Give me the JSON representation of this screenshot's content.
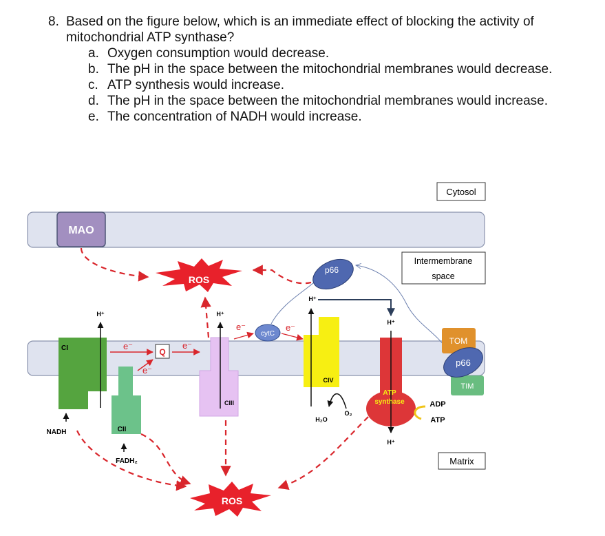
{
  "question": {
    "number": "8.",
    "stem": "Based on the figure below, which is an immediate effect of blocking the activity of mitochondrial ATP synthase?",
    "options": [
      {
        "letter": "a.",
        "text": "Oxygen consumption would decrease."
      },
      {
        "letter": "b.",
        "text": "The pH in the space between the mitochondrial membranes would decrease."
      },
      {
        "letter": "c.",
        "text": "ATP synthesis would increase."
      },
      {
        "letter": "d.",
        "text": "The pH in the space between the mitochondrial membranes would increase."
      },
      {
        "letter": "e.",
        "text": "The concentration of NADH would increase."
      }
    ]
  },
  "diagram": {
    "labels": {
      "cytosol": "Cytosol",
      "intermembrane_line1": "Intermembrane",
      "intermembrane_line2": "space",
      "matrix": "Matrix",
      "mao": "MAO",
      "ros_top": "ROS",
      "ros_bottom": "ROS",
      "p66_top": "p66",
      "p66_membrane": "p66",
      "tom": "TOM",
      "tim": "TIM",
      "ci": "CI",
      "cii": "CII",
      "ciii": "CIII",
      "civ": "CIV",
      "cytc": "cytC",
      "q": "Q",
      "electron": "e⁻",
      "proton": "H⁺",
      "nadh": "NADH",
      "fadh2": "FADH₂",
      "h2o": "H₂O",
      "o2": "O₂",
      "atp_synthase_line1": "ATP",
      "atp_synthase_line2": "synthase",
      "adp": "ADP",
      "atp": "ATP"
    },
    "colors": {
      "membrane_fill": "#dfe3ef",
      "membrane_stroke": "#8a93ad",
      "mao": "#a28fc0",
      "ros_fill": "#e8212b",
      "p66": "#4f68b0",
      "tom": "#e0912c",
      "tim": "#69bd80",
      "ci": "#55a43f",
      "cii": "#6cc28a",
      "ciii": "#e6c2f2",
      "civ": "#f7ef12",
      "cytc": "#6d88cf",
      "atp_synthase": "#dd3638",
      "dashed_arrow": "#d9262c",
      "adp_arrow": "#f0c419"
    }
  }
}
